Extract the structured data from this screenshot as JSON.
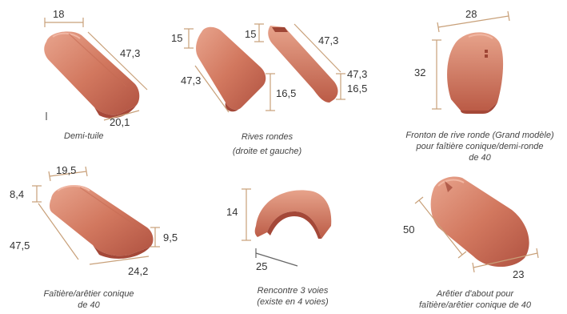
{
  "colors": {
    "terracotta_dark": "#b95a45",
    "terracotta_mid": "#d47a62",
    "terracotta_light": "#e7a38c",
    "dimension_line": "#c8a079"
  },
  "products": [
    {
      "id": "demi-tuile",
      "caption": [
        "Demi-tuile"
      ],
      "dimensions": [
        "18",
        "47,3",
        "20,1"
      ]
    },
    {
      "id": "rives-rondes",
      "caption": [
        "Rives rondes",
        "(droite et gauche)"
      ],
      "dimensions": [
        "15",
        "47,3",
        "16,5",
        "15",
        "47,3",
        "47,3",
        "16,5"
      ]
    },
    {
      "id": "fronton",
      "caption": [
        "Fronton de rive ronde (Grand modèle)",
        "pour faîtière conique/demi-ronde",
        "de 40"
      ],
      "dimensions": [
        "28",
        "32"
      ]
    },
    {
      "id": "faitiere",
      "caption": [
        "Faîtière/arêtier conique",
        "de 40"
      ],
      "dimensions": [
        "19,5",
        "8,4",
        "47,5",
        "9,5",
        "24,2"
      ]
    },
    {
      "id": "rencontre",
      "caption": [
        "Rencontre 3 voies",
        "(existe en 4 voies)"
      ],
      "dimensions": [
        "14",
        "25"
      ]
    },
    {
      "id": "aretier-about",
      "caption": [
        "Arêtier d'about pour",
        "faîtière/arêtier conique de 40"
      ],
      "dimensions": [
        "50",
        "23"
      ]
    }
  ]
}
